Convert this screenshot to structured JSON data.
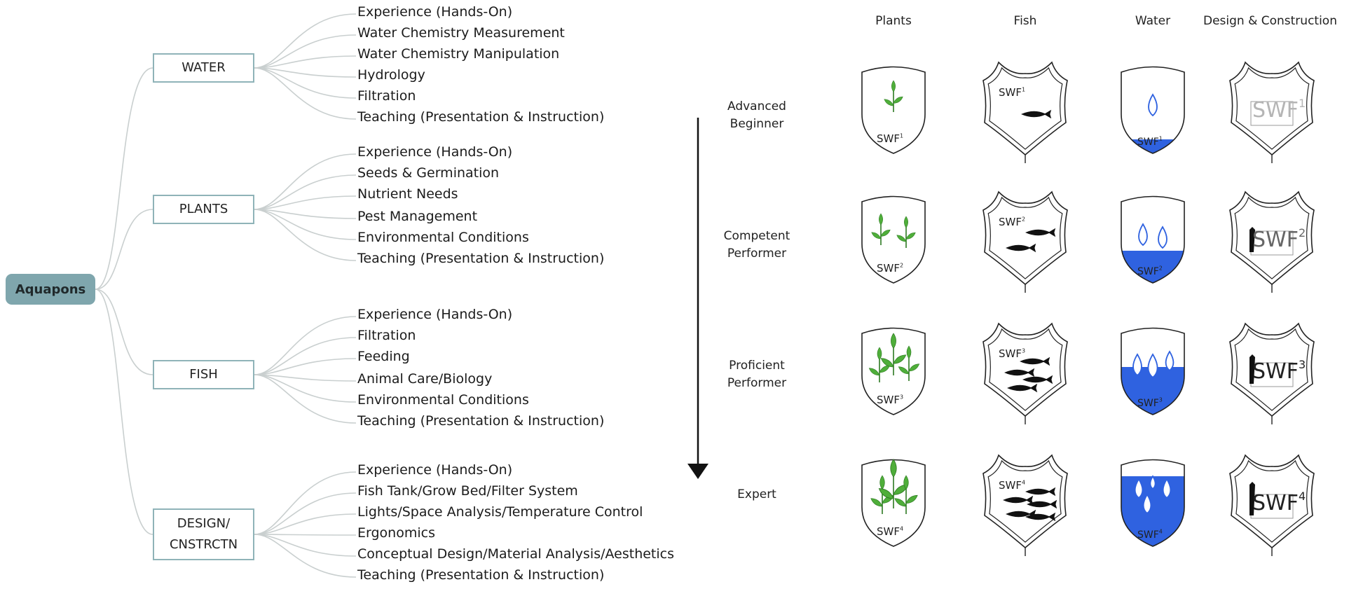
{
  "root": "Aquapons",
  "categories": [
    {
      "label": "WATER",
      "items": [
        "Experience (Hands-On)",
        "Water Chemistry Measurement",
        "Water Chemistry Manipulation",
        "Hydrology",
        "Filtration",
        "Teaching (Presentation & Instruction)"
      ]
    },
    {
      "label": "PLANTS",
      "items": [
        "Experience (Hands-On)",
        "Seeds & Germination",
        "Nutrient Needs",
        "Pest Management",
        "Environmental Conditions",
        "Teaching (Presentation & Instruction)"
      ]
    },
    {
      "label": "FISH",
      "items": [
        "Experience (Hands-On)",
        "Filtration",
        "Feeding",
        "Animal Care/Biology",
        "Environmental Conditions",
        "Teaching (Presentation & Instruction)"
      ]
    },
    {
      "label": "DESIGN/ CNSTRCTN",
      "label_line1": "DESIGN/",
      "label_line2": "CNSTRCTN",
      "items": [
        "Experience (Hands-On)",
        "Fish Tank/Grow Bed/Filter System",
        "Lights/Space Analysis/Temperature Control",
        "Ergonomics",
        "Conceptual Design/Material Analysis/Aesthetics",
        "Teaching (Presentation & Instruction)"
      ]
    }
  ],
  "columns": [
    "Plants",
    "Fish",
    "Water",
    "Design & Construction"
  ],
  "levels": [
    {
      "line1": "Advanced",
      "line2": "Beginner"
    },
    {
      "line1": "Competent",
      "line2": "Performer"
    },
    {
      "line1": "Proficient",
      "line2": "Performer"
    },
    {
      "line1": "Expert",
      "line2": ""
    }
  ],
  "badge_text": "SWF",
  "level_numbers": [
    "1",
    "2",
    "3",
    "4"
  ],
  "colors": {
    "root_fill": "#7fa6ad",
    "box_border": "#8fb3b8",
    "connector": "#c9cfcf",
    "plant_green": "#4fae3a",
    "water_blue": "#2f62e0",
    "fish_black": "#111111"
  }
}
